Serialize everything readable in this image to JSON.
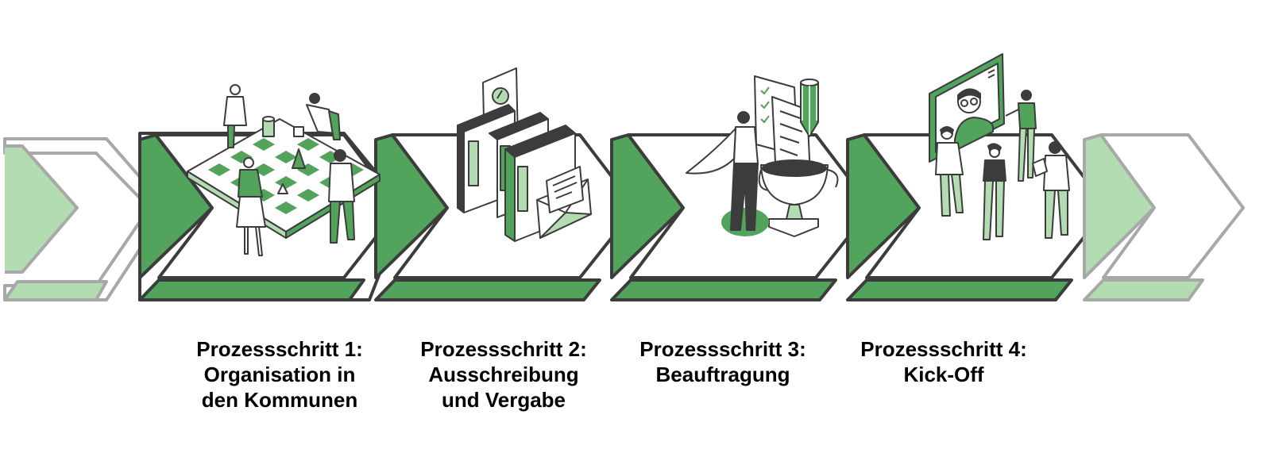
{
  "colors": {
    "primary": "#52a35c",
    "light": "#b3dcb3",
    "outline": "#3c3c3c",
    "outline_faded": "#a8a8a8",
    "background": "#ffffff"
  },
  "steps": [
    {
      "label": "Prozessschritt 1:\nOrganisation in\nden Kommunen",
      "illustration": "chess-board-team-icon"
    },
    {
      "label": "Prozessschritt 2:\nAusschreibung\nund Vergabe",
      "illustration": "binders-and-envelope-icon"
    },
    {
      "label": "Prozessschritt 3:\nBeauftragung",
      "illustration": "hero-with-trophy-icon"
    },
    {
      "label": "Prozessschritt 4:\nKick-Off",
      "illustration": "team-meeting-icon"
    }
  ]
}
